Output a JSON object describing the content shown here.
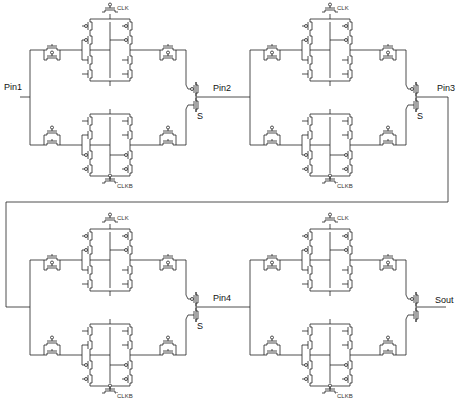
{
  "diagram": {
    "labels": [
      "Pin1",
      "Pin2",
      "Pin3",
      "Pin4",
      "Sout",
      "S",
      "S",
      "S",
      "CLK",
      "CLKB",
      "CLK",
      "CLKB",
      "CLK",
      "CLKB",
      "CLK",
      "CLKB"
    ]
  }
}
